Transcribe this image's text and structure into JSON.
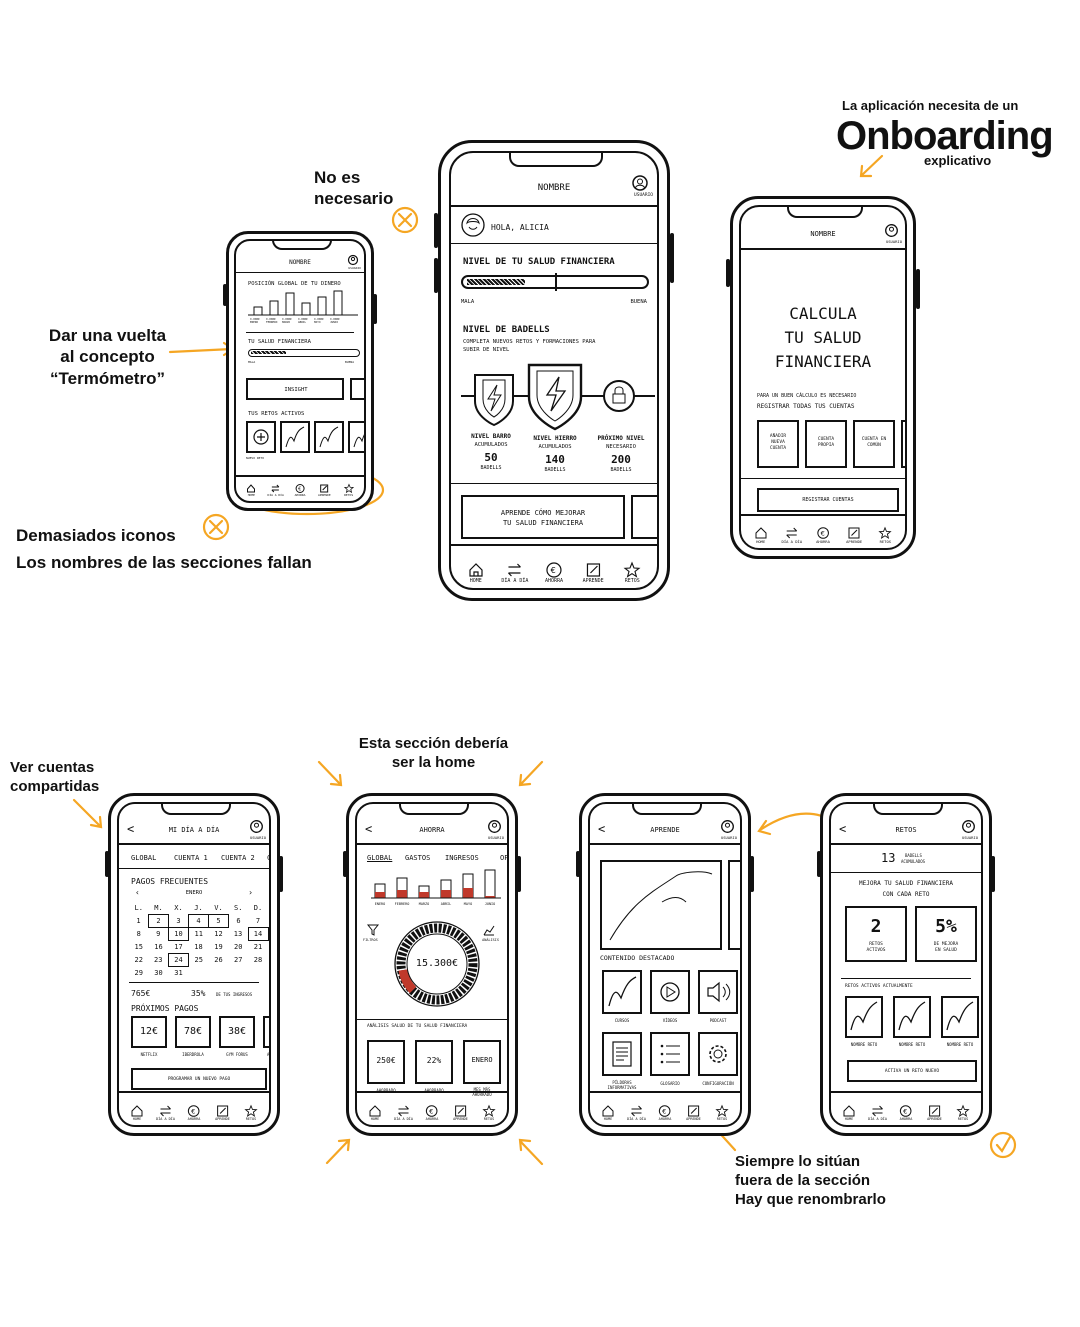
{
  "colors": {
    "accent": "#f5a623",
    "ink": "#111111",
    "bar_red": "#c0392b"
  },
  "annotations": {
    "no_necesario": [
      "No es",
      "necesario"
    ],
    "vuelta": [
      "Dar una vuelta",
      "al concepto",
      "“Termómetro”"
    ],
    "iconos": "Demasiados iconos",
    "secciones": "Los nombres de las secciones fallan",
    "onboarding_pre": "La aplicación necesita de un",
    "onboarding": "Onboarding",
    "onboarding_post": "explicativo",
    "compartidas": [
      "Ver cuentas",
      "compartidas"
    ],
    "home": [
      "Esta sección debería",
      "ser la home"
    ],
    "glosario": [
      "Siempre lo sitúan",
      "fuera de la sección",
      "Hay que renombrarlo"
    ]
  },
  "nav": {
    "items": [
      {
        "label": "Home",
        "icon": "home-icon"
      },
      {
        "label": "Día a día",
        "icon": "transfer-icon"
      },
      {
        "label": "Ahorra",
        "icon": "euro-icon"
      },
      {
        "label": "Aprende",
        "icon": "edit-icon"
      },
      {
        "label": "Retos",
        "icon": "star-icon"
      }
    ]
  },
  "common": {
    "user": "Usuario",
    "back": "<"
  },
  "p1": {
    "title": "Nombre",
    "global": "Posición global de tu dinero",
    "months": [
      "X.000€ Enero",
      "X.000€ Febrero",
      "X.000€ Marzo",
      "X.000€ Abril",
      "X.000€ Mayo",
      "X.000€ Junio"
    ],
    "salud": "Tu salud financiera",
    "mala": "Mala",
    "buena": "Buena",
    "insight": "Insight",
    "retos": "Tus retos activos",
    "nuevo": "Nuevo reto"
  },
  "p2": {
    "title": "Nombre",
    "hola": "Hola, Alicia",
    "nivel": "Nivel de tu salud financiera",
    "mala": "Mala",
    "buena": "Buena",
    "badells": "Nivel de Badells",
    "badells_sub": [
      "Completa nuevos retos y formaciones para",
      "subir de nivel"
    ],
    "levels": [
      {
        "name": "Nivel Barro",
        "acc": "Acumulados",
        "num": "50",
        "unit": "Badells"
      },
      {
        "name": "Nivel Hierro",
        "acc": "Acumulados",
        "num": "140",
        "unit": "Badells"
      },
      {
        "name": "Próximo Nivel",
        "acc": "Necesario",
        "num": "200",
        "unit": "Badells"
      }
    ],
    "aprende": [
      "Aprende cómo mejorar",
      "tu salud financiera"
    ]
  },
  "p3": {
    "title": "Nombre",
    "calcula": [
      "Calcula",
      "tu salud",
      "financiera"
    ],
    "necesario": "Para un buen cálculo es necesario",
    "registrar_todas": "registrar todas tus cuentas",
    "cards": [
      [
        "Añadir",
        "nueva",
        "cuenta"
      ],
      [
        "Cuenta",
        "propia"
      ],
      [
        "Cuenta en",
        "común"
      ]
    ],
    "registrar": "Registrar cuentas"
  },
  "p4": {
    "title": "Mi día a día",
    "tabs": [
      "Global",
      "Cuenta 1",
      "Cuenta 2",
      "Cu"
    ],
    "pagos": "Pagos frecuentes",
    "mes": "Enero",
    "weekdays": [
      "L.",
      "M.",
      "X.",
      "J.",
      "V.",
      "S.",
      "D."
    ],
    "days": [
      [
        "",
        "",
        "",
        "",
        "",
        "",
        ""
      ],
      [
        "1",
        "2",
        "3",
        "4",
        "5",
        "6",
        "7"
      ],
      [
        "8",
        "9",
        "10",
        "11",
        "12",
        "13",
        "14"
      ],
      [
        "15",
        "16",
        "17",
        "18",
        "19",
        "20",
        "21"
      ],
      [
        "22",
        "23",
        "24",
        "25",
        "26",
        "27",
        "28"
      ],
      [
        "29",
        "30",
        "31",
        "",
        "",
        "",
        ""
      ]
    ],
    "total": "765€",
    "pct": "35%",
    "pct_sub": "de tus ingresos",
    "proximos": "Próximos pagos",
    "pagos_list": [
      {
        "v": "12€",
        "n": "Netflix"
      },
      {
        "v": "78€",
        "n": "Iberdrola"
      },
      {
        "v": "38€",
        "n": "Gym Forus"
      },
      {
        "v": "",
        "n": "Am"
      }
    ],
    "programar": "Programar un nuevo pago"
  },
  "p5": {
    "title": "Ahorra",
    "tabs": [
      "Global",
      "Gastos",
      "Ingresos",
      "Op"
    ],
    "months": [
      "Enero",
      "Febrero",
      "Marzo",
      "Abril",
      "Mayo",
      "Junio"
    ],
    "filtros": "Filtros",
    "analisis_l": "Análisis",
    "total": "15.300€",
    "analisis": "Análisis salud de tu salud financiera",
    "cards": [
      {
        "v": "250€",
        "n": "Ahorrado"
      },
      {
        "v": "22%",
        "n": "Ahorrado"
      },
      {
        "v": "Enero",
        "n": "Mes más ahorrado"
      }
    ]
  },
  "p6": {
    "title": "Aprende",
    "destacado": "Contenido destacado",
    "items": [
      {
        "n": "Cursos",
        "icon": "chart-icon"
      },
      {
        "n": "Vídeos",
        "icon": "play-icon"
      },
      {
        "n": "Podcast",
        "icon": "speaker-icon"
      }
    ],
    "items2": [
      {
        "n": "Píldoras informativas",
        "icon": "document-icon"
      },
      {
        "n": "Glosario",
        "icon": "list-icon"
      },
      {
        "n": "Configuración",
        "icon": "gear-icon"
      }
    ]
  },
  "p7": {
    "title": "Retos",
    "badells_num": "13",
    "badells_lbl": [
      "Badells",
      "acumulados"
    ],
    "mejora": [
      "Mejora tu salud financiera",
      "con cada reto"
    ],
    "stats": [
      {
        "v": "2",
        "n": [
          "Retos",
          "activos"
        ]
      },
      {
        "v": "5%",
        "n": [
          "De mejora",
          "en salud"
        ]
      }
    ],
    "activos": "Retos activos actualmente",
    "reto_lbl": "Nombre reto",
    "activa": "Activa un reto nuevo"
  }
}
